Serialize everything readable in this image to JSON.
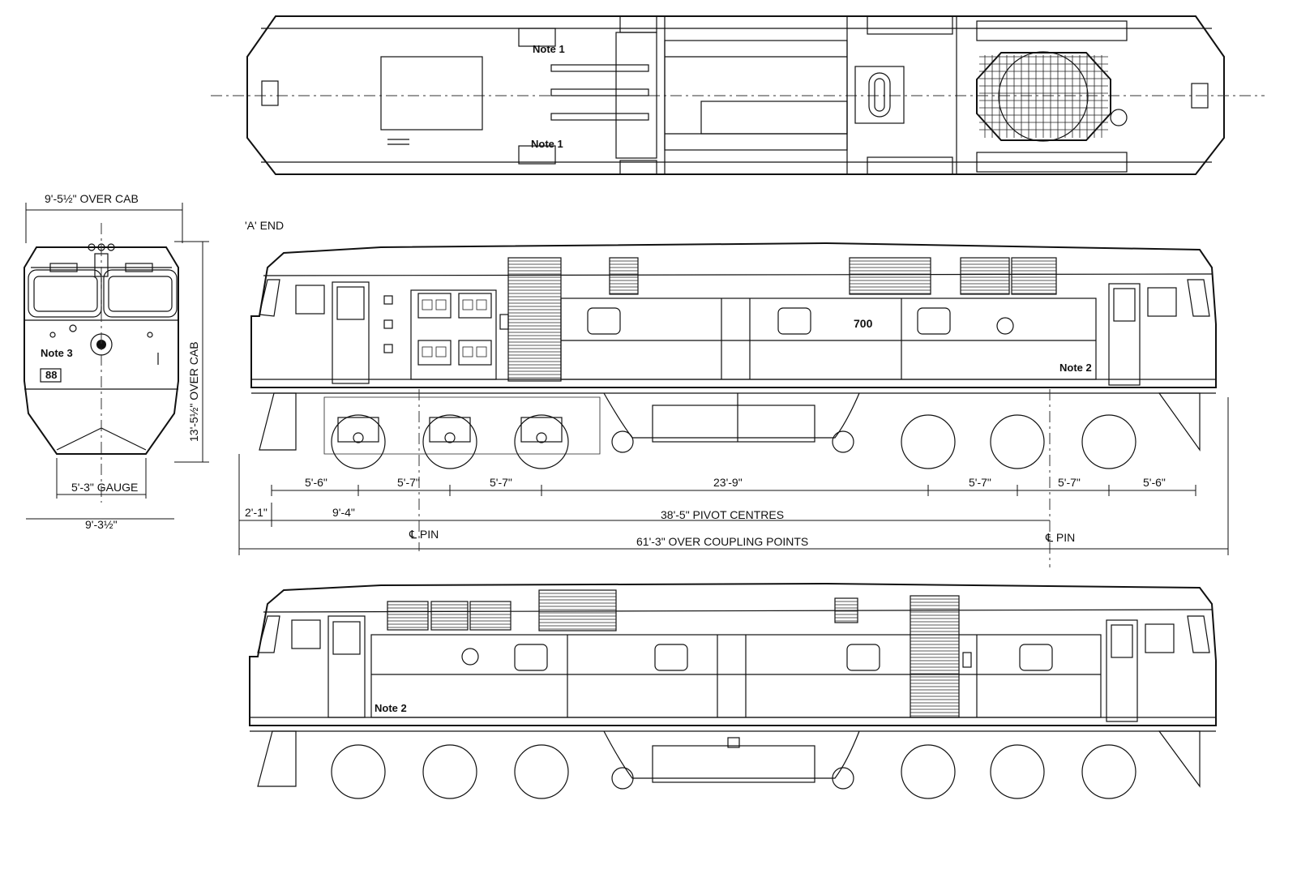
{
  "top_view": {
    "note_upper": "Note 1",
    "note_lower": "Note 1"
  },
  "end_view": {
    "width_over_cab": "9'-5½\" OVER CAB",
    "height_over_cab": "13'-5½\" OVER CAB",
    "gauge": "5'-3\" GAUGE",
    "overall_width": "9'-3½\"",
    "note": "Note 3",
    "number_box": "88"
  },
  "side_view_a": {
    "end_label": "'A' END",
    "loco_number": "700",
    "note": "Note 2"
  },
  "side_view_b": {
    "note": "Note 2"
  },
  "dimensions": {
    "row1": [
      "5'-6\"",
      "5'-7\"",
      "5'-7\"",
      "23'-9\"",
      "5'-7\"",
      "5'-7\"",
      "5'-6\""
    ],
    "end_overhang": "2'-1\"",
    "first_pivot": "9'-4\"",
    "pivot_centres": "38'-5\" PIVOT CENTRES",
    "pin_left": "℄ PIN",
    "pin_right": "℄ PIN",
    "coupling_points": "61'-3\" OVER COUPLING POINTS"
  }
}
